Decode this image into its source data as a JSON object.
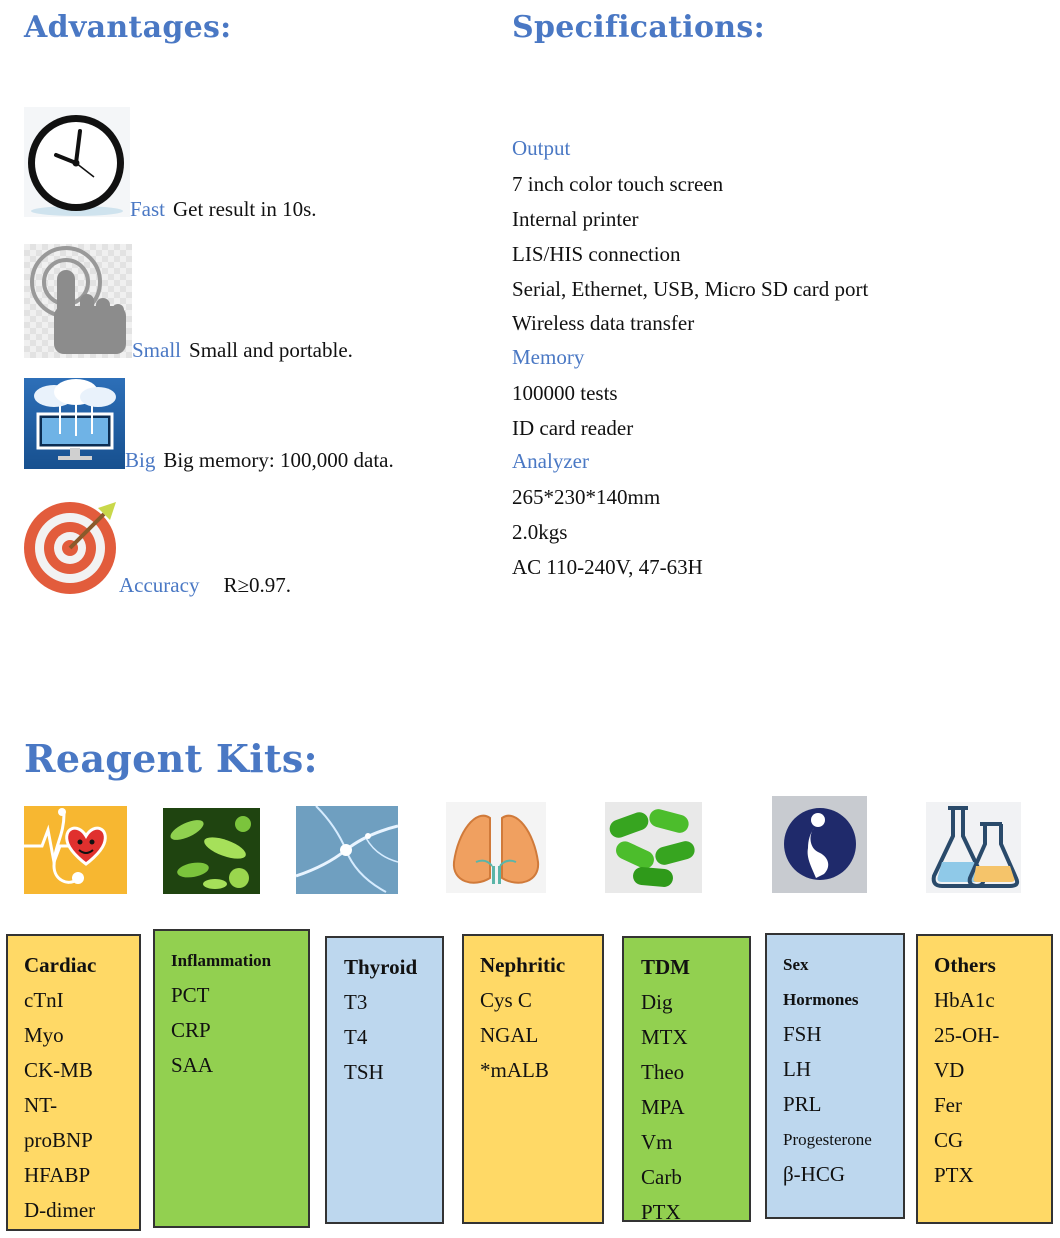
{
  "advantages": {
    "heading": "Advantages:",
    "items": [
      {
        "keyword": "Fast",
        "text": "Get result in 10s.",
        "icon": "clock-icon"
      },
      {
        "keyword": "Small",
        "text": "Small and portable.",
        "icon": "touch-hand-icon"
      },
      {
        "keyword": "Big",
        "text": "Big memory: 100,000 data.",
        "icon": "cloud-computer-icon"
      },
      {
        "keyword": "Accuracy",
        "text": "R≥0.97.",
        "icon": "target-icon"
      }
    ]
  },
  "specifications": {
    "heading": "Specifications:",
    "output_label": "Output",
    "output": [
      "7 inch color touch screen",
      "Internal printer",
      "LIS/HIS connection",
      "Serial, Ethernet, USB, Micro SD card port",
      "Wireless data transfer"
    ],
    "memory_label": "Memory",
    "memory": [
      "100000 tests",
      "ID card reader"
    ],
    "analyzer_label": "Analyzer",
    "analyzer": [
      "265*230*140mm",
      "2.0kgs",
      "AC 110-240V, 47-63H"
    ]
  },
  "reagent": {
    "heading": "Reagent Kits:",
    "kits": [
      {
        "title": [
          "Cardiac"
        ],
        "items": [
          "cTnI",
          "Myo",
          "CK-MB",
          "NT-",
          "proBNP",
          "HFABP",
          "D-dimer"
        ],
        "color": "#ffd966"
      },
      {
        "title": [
          "Inflammation"
        ],
        "items": [
          "PCT",
          "CRP",
          "SAA"
        ],
        "color": "#92d050"
      },
      {
        "title": [
          "Thyroid"
        ],
        "items": [
          "T3",
          "T4",
          "TSH"
        ],
        "color": "#bdd7ee"
      },
      {
        "title": [
          "Nephritic"
        ],
        "items": [
          "Cys C",
          "NGAL",
          "*mALB"
        ],
        "color": "#ffd966"
      },
      {
        "title": [
          "TDM"
        ],
        "items": [
          "Dig",
          "MTX",
          "Theo",
          "MPA",
          "Vm",
          "Carb",
          "PTX"
        ],
        "color": "#92d050"
      },
      {
        "title": [
          "Sex",
          "Hormones"
        ],
        "items": [
          "FSH",
          "LH",
          "PRL",
          "Progesterone",
          "β-HCG"
        ],
        "color": "#bdd7ee"
      },
      {
        "title": [
          "Others"
        ],
        "items": [
          "HbA1c",
          "25-OH-",
          "VD",
          "Fer",
          "CG",
          "PTX"
        ],
        "color": "#ffd966"
      }
    ],
    "images": [
      "heart-stethoscope-icon",
      "bacteria-image",
      "neuron-image",
      "lungs-image",
      "capsules-image",
      "pregnancy-icon",
      "flasks-icon"
    ]
  }
}
